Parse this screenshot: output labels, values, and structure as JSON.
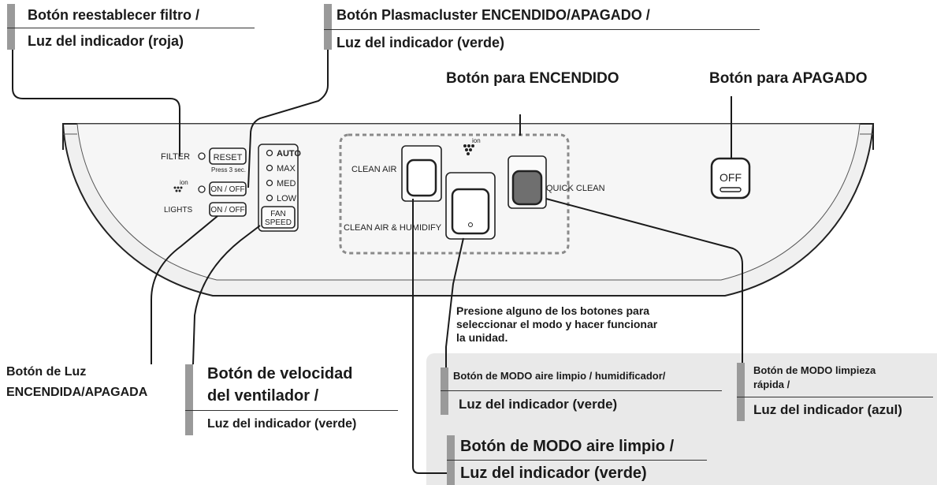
{
  "callouts": {
    "filter_reset": {
      "line1": "Botón reestablecer filtro /",
      "line2": "Luz del indicador (roja)"
    },
    "plasmacluster": {
      "line1": "Botón Plasmacluster ENCENDIDO/APAGADO /",
      "line2": "Luz del indicador (verde)"
    },
    "power_on": "Botón para ENCENDIDO",
    "power_off": "Botón para APAGADO",
    "light_button": {
      "line1": "Botón de Luz",
      "line2": "ENCENDIDA/APAGADA"
    },
    "fan_speed": {
      "line1": "Botón de velocidad",
      "line2": "del ventilador /",
      "line3": "Luz del indicador (verde)"
    },
    "mode_note": {
      "line1": "Presione alguno de los botones para",
      "line2": "seleccionar el modo y hacer funcionar",
      "line3": "la unidad."
    },
    "clean_air_humidify_mode": {
      "line1": "Botón de MODO aire limpio / humidificador/",
      "line2": "Luz del indicador (verde)"
    },
    "quick_clean_mode": {
      "line1": "Botón de MODO limpieza",
      "line2": "rápida /",
      "line3": "Luz del indicador (azul)"
    },
    "clean_air_mode": {
      "line1": "Botón de MODO aire limpio /",
      "line2": "Luz del indicador (verde)"
    }
  },
  "panel": {
    "filter": "FILTER",
    "reset": "RESET",
    "press3": "Press 3 sec.",
    "ion": "ion",
    "on_off": "ON / OFF",
    "lights": "LIGHTS",
    "auto": "AUTO",
    "max": "MAX",
    "med": "MED",
    "low": "LOW",
    "fan": "FAN",
    "speed": "SPEED",
    "clean_air": "CLEAN AIR",
    "clean_air_humidify": "CLEAN AIR & HUMIDIFY",
    "quick_clean": "QUICK CLEAN",
    "off": "OFF"
  }
}
